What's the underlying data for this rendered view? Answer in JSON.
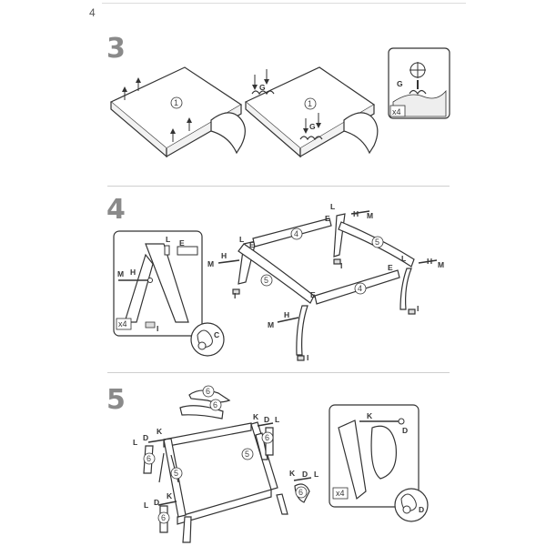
{
  "page_number": "4",
  "steps": [
    {
      "number": "3",
      "quantity": "x4"
    },
    {
      "number": "4",
      "quantity": "x4"
    },
    {
      "number": "5",
      "quantity": "x4"
    }
  ],
  "labels": {
    "G": "G",
    "E": "E",
    "H": "H",
    "I": "I",
    "K": "K",
    "L": "L",
    "M": "M",
    "C": "C",
    "D": "D",
    "part1": "1",
    "part4": "4",
    "part5": "5",
    "part6": "6"
  },
  "colors": {
    "line": "#333333",
    "part_fill": "#ffffff",
    "shade": "#e9e9e9",
    "step_num": "#8a8a8a"
  }
}
